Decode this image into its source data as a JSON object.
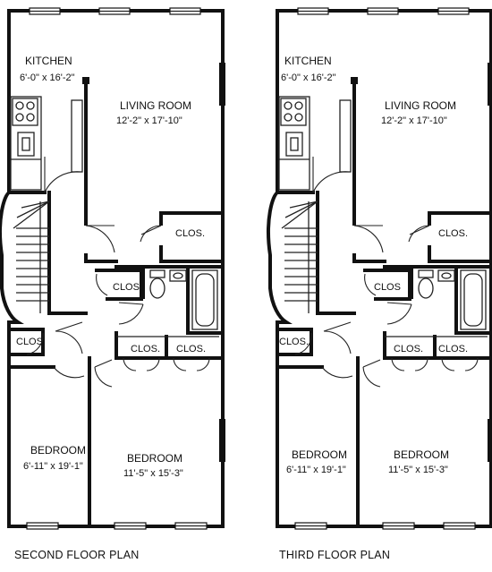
{
  "plans": [
    {
      "caption": "SECOND FLOOR PLAN",
      "rooms": {
        "kitchen": {
          "name": "KITCHEN",
          "dims": "6'-0\" x 16'-2\""
        },
        "living": {
          "name": "LIVING ROOM",
          "dims": "12'-2\" x 17'-10\""
        },
        "bed_left": {
          "name": "BEDROOM",
          "dims": "6'-11\" x 19'-1\""
        },
        "bed_right": {
          "name": "BEDROOM",
          "dims": "11'-5\" x 15'-3\""
        }
      },
      "closets": [
        "CLOS.",
        "CLOS",
        "CLOS.",
        "CLOS.",
        "CLOS."
      ]
    },
    {
      "caption": "THIRD FLOOR PLAN",
      "rooms": {
        "kitchen": {
          "name": "KITCHEN",
          "dims": "6'-0\" x 16'-2\""
        },
        "living": {
          "name": "LIVING ROOM",
          "dims": "12'-2\" x 17'-10\""
        },
        "bed_left": {
          "name": "BEDROOM",
          "dims": "6'-11\" x 19'-1\""
        },
        "bed_right": {
          "name": "BEDROOM",
          "dims": "11'-5\" x 15'-3\""
        }
      },
      "closets": [
        "CLOS.",
        "CLOS",
        "CLOS.",
        "CLOS.",
        "CLOS."
      ]
    }
  ]
}
